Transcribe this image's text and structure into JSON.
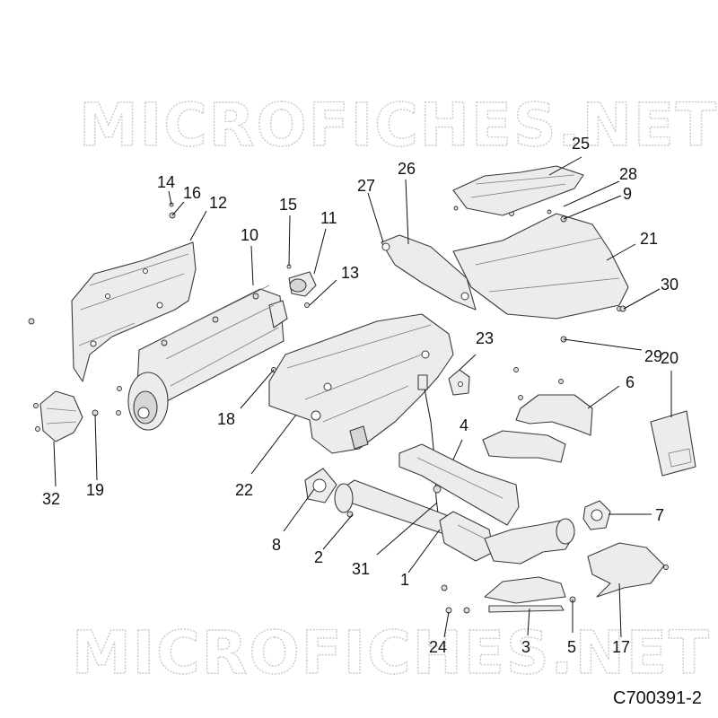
{
  "watermark": {
    "top_text": "MICROFICHES.NET",
    "bottom_text": "MICROFICHES.NET"
  },
  "drawing_code": "C700391-2",
  "callouts": [
    "1",
    "2",
    "3",
    "4",
    "5",
    "6",
    "7",
    "8",
    "9",
    "10",
    "11",
    "12",
    "13",
    "14",
    "15",
    "16",
    "17",
    "18",
    "19",
    "20",
    "21",
    "22",
    "23",
    "24",
    "25",
    "26",
    "27",
    "28",
    "29",
    "30",
    "31",
    "32"
  ]
}
